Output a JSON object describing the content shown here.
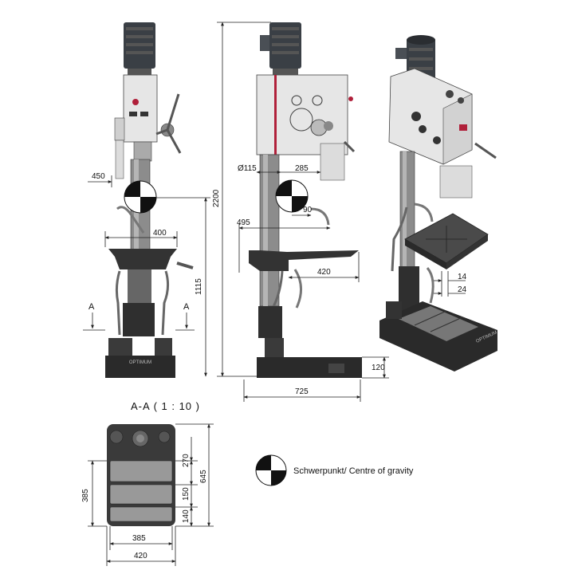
{
  "front_view": {
    "dim_450": "450",
    "dim_400": "400",
    "dim_1115": "1115",
    "section_mark_left": "A",
    "section_mark_right": "A",
    "brand": "OPTIMUM"
  },
  "side_view": {
    "dim_diameter": "Ø115",
    "dim_285": "285",
    "dim_2200": "2200",
    "dim_495": "495",
    "dim_90": "90",
    "dim_420": "420",
    "dim_120": "120",
    "dim_725": "725"
  },
  "iso_view": {
    "dim_14": "14",
    "dim_24": "24",
    "brand": "OPTIMUM"
  },
  "section_view": {
    "title": "A-A ( 1 : 10 )",
    "dim_270": "270",
    "dim_645": "645",
    "dim_150": "150",
    "dim_140": "140",
    "dim_385_left": "385",
    "dim_385_bottom": "385",
    "dim_420": "420"
  },
  "legend": {
    "label": "Schwerpunkt/ Centre of gravity"
  },
  "colors": {
    "machine_light": "#e6e6e6",
    "machine_dark": "#2a2a2a",
    "motor": "#3a3f45",
    "accent_red": "#b0203a"
  }
}
